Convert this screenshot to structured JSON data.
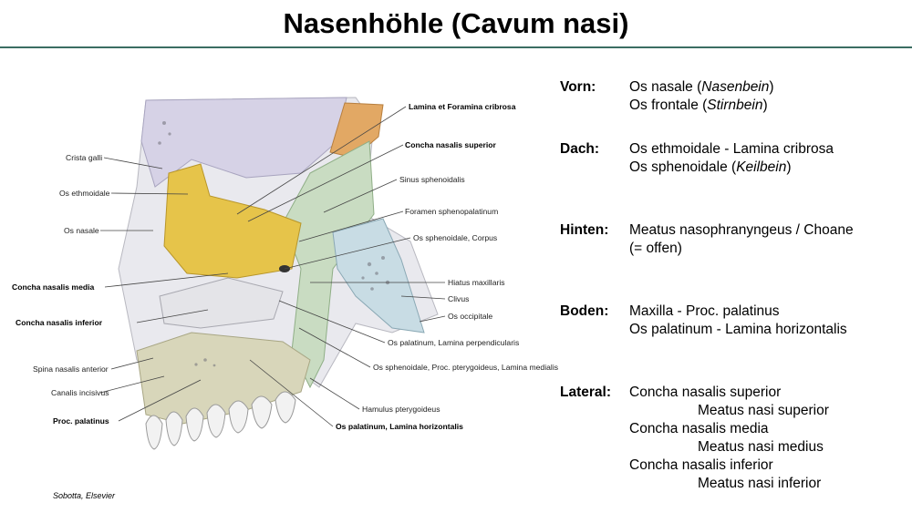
{
  "title": "Nasenhöhle (Cavum nasi)",
  "credit": "Sobotta, Elsevier",
  "figure": {
    "labels": {
      "lamina_cribrosa": "Lamina et Foramina cribrosa",
      "concha_superior": "Concha nasalis superior",
      "crista_galli": "Crista galli",
      "sinus_sphenoidalis": "Sinus sphenoidalis",
      "os_ethmoidale": "Os ethmoidale",
      "foramen_sphenopalatinum": "Foramen sphenopalatinum",
      "os_nasale": "Os nasale",
      "os_sphenoidale_corpus": "Os sphenoidale, Corpus",
      "hiatus_maxillaris": "Hiatus maxillaris",
      "concha_media": "Concha nasalis media",
      "clivus": "Clivus",
      "os_occipitale": "Os occipitale",
      "concha_inferior": "Concha nasalis inferior",
      "os_palatinum_perp": "Os palatinum, Lamina perpendicularis",
      "spina_nasalis": "Spina nasalis anterior",
      "os_sphenoidale_proc": "Os sphenoidale, Proc. pterygoideus, Lamina medialis",
      "canalis_incisivus": "Canalis incisivus",
      "hamulus": "Hamulus pterygoideus",
      "proc_palatinus": "Proc. palatinus",
      "os_palatinum_horiz": "Os palatinum, Lamina horizontalis"
    }
  },
  "sections": [
    {
      "key": "Vorn:",
      "lines": [
        {
          "pre": "Os nasale (",
          "em": "Nasenbein",
          "post": ")"
        },
        {
          "pre": "Os frontale (",
          "em": "Stirnbein",
          "post": ")"
        }
      ]
    },
    {
      "key": "Dach:",
      "lines": [
        {
          "pre": "Os ethmoidale - Lamina cribrosa",
          "em": "",
          "post": ""
        },
        {
          "pre": "Os sphenoidale (",
          "em": "Keilbein",
          "post": ")"
        }
      ]
    },
    {
      "key": "Hinten:",
      "lines": [
        {
          "pre": "Meatus nasophranyngeus / Choane",
          "em": "",
          "post": ""
        },
        {
          "pre": "(= offen)",
          "em": "",
          "post": ""
        }
      ]
    },
    {
      "key": "Boden:",
      "lines": [
        {
          "pre": "Maxilla - Proc. palatinus",
          "em": "",
          "post": ""
        },
        {
          "pre": "Os palatinum - Lamina horizontalis",
          "em": "",
          "post": ""
        }
      ]
    },
    {
      "key": "Lateral:",
      "lines": [
        {
          "pre": "Concha nasalis superior",
          "em": "",
          "post": ""
        },
        {
          "pre": "Meatus nasi superior",
          "em": "",
          "post": ""
        },
        {
          "pre": "Concha nasalis media",
          "em": "",
          "post": ""
        },
        {
          "pre": "Meatus nasi medius",
          "em": "",
          "post": ""
        },
        {
          "pre": "Concha nasalis inferior",
          "em": "",
          "post": ""
        },
        {
          "pre": "Meatus nasi inferior",
          "em": "",
          "post": ""
        }
      ]
    }
  ]
}
